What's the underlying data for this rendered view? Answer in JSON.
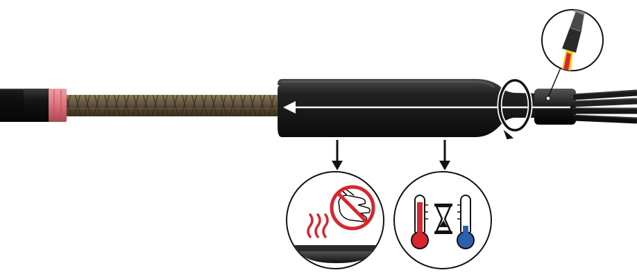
{
  "diagram": {
    "kind": "cable-termination-installation-step",
    "steps": [
      {
        "id": "shrink-direction",
        "icon": "arrow-left-icon"
      },
      {
        "id": "rotate-tube",
        "icon": "rotate-arrow-icon"
      },
      {
        "id": "torch-applicator",
        "icon": "torch-icon"
      },
      {
        "id": "do-not-touch-hot",
        "icon": "no-touch-hot-surface-icon"
      },
      {
        "id": "let-cool-down",
        "icon": "thermometer-hourglass-icon"
      }
    ]
  },
  "colors": {
    "sleeve": "#1a1a1a",
    "cable_jacket": "#111111",
    "pink_band": "#e0707a",
    "braid": "#7a6a4a",
    "prohibit_red": "#d7262e",
    "heat_red": "#d7262e",
    "cold_blue": "#2b5fb0",
    "flame_yellow": "#f2d21b",
    "flame_red": "#d7262e"
  }
}
